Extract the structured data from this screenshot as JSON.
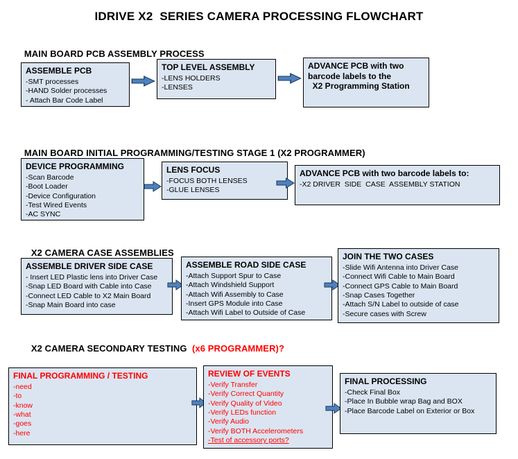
{
  "colors": {
    "box_fill": "#dbe5f1",
    "box_border": "#000000",
    "arrow_fill": "#4f81bd",
    "arrow_stroke": "#17375e",
    "alert_red": "#ff0000",
    "text": "#000000"
  },
  "title": "IDRIVE X2  SERIES CAMERA PROCESSING FLOWCHART",
  "sections": [
    {
      "heading": "MAIN BOARD PCB ASSEMBLY PROCESS",
      "boxes": [
        {
          "title": "ASSEMBLE PCB",
          "items": [
            "-SMT processes",
            "-HAND Solder processes",
            "- Attach Bar Code Label"
          ]
        },
        {
          "title": "TOP LEVEL ASSEMBLY",
          "items": [
            "-LENS HOLDERS",
            "-LENSES"
          ]
        },
        {
          "title": "ADVANCE PCB with two\nbarcode labels to the\n  X2 Programming Station",
          "items": []
        }
      ]
    },
    {
      "heading": "MAIN BOARD INITIAL PROGRAMMING/TESTING STAGE 1 (X2 PROGRAMMER)",
      "boxes": [
        {
          "title": "DEVICE PROGRAMMING",
          "items": [
            "-Scan Barcode",
            "-Boot Loader",
            "-Device Configuration",
            "-Test Wired Events",
            "-AC SYNC"
          ]
        },
        {
          "title": "LENS FOCUS",
          "items": [
            "-FOCUS BOTH LENSES",
            "-GLUE LENSES"
          ]
        },
        {
          "title": "ADVANCE PCB with two barcode labels to:",
          "items": [
            "-X2 DRIVER  SIDE  CASE  ASSEMBLY STATION"
          ]
        }
      ]
    },
    {
      "heading": "X2 CAMERA CASE ASSEMBLIES",
      "boxes": [
        {
          "title": "ASSEMBLE DRIVER SIDE CASE",
          "items": [
            "- Insert LED Plastic lens into Driver Case",
            "-Snap LED Board with Cable into Case",
            "-Connect LED Cable to X2 Main Board",
            "-Snap Main Board into case"
          ]
        },
        {
          "title": "ASSEMBLE ROAD SIDE CASE",
          "items": [
            "-Attach Support Spur to Case",
            "-Attach Windshield Support",
            "-Attach Wifi Assembly to Case",
            "-Insert GPS Module into Case",
            "-Attach Wifi Label to Outside of Case"
          ]
        },
        {
          "title": "JOIN THE TWO CASES",
          "items": [
            "-Slide Wifi Antenna into Driver Case",
            "-Connect Wifi Cable to Main Board",
            "-Connect GPS Cable to Main Board",
            "-Snap Cases Together",
            "-Attach S/N Label to outside of case",
            "-Secure cases with Screw"
          ]
        }
      ]
    },
    {
      "heading": "X2 CAMERA SECONDARY TESTING ",
      "heading_red": " (x6 PROGRAMMER)?",
      "boxes": [
        {
          "title": "FINAL PROGRAMMING / TESTING",
          "items": [
            "-need",
            "-to",
            "-know",
            "-what",
            "-goes",
            "-here"
          ]
        },
        {
          "title": "REVIEW OF EVENTS",
          "items": [
            "-Verify Transfer",
            "-Verify Correct Quantity",
            "-Verify Quality of Video",
            "-Verify LEDs function",
            "-Verify Audio",
            "-Verify BOTH Accelerometers",
            "-Test of accessory ports?"
          ]
        },
        {
          "title": "FINAL PROCESSING",
          "items": [
            "-Check Final Box",
            "-Place In Bubble wrap Bag and BOX",
            "-Place Barcode Label on Exterior or Box"
          ]
        }
      ]
    }
  ]
}
